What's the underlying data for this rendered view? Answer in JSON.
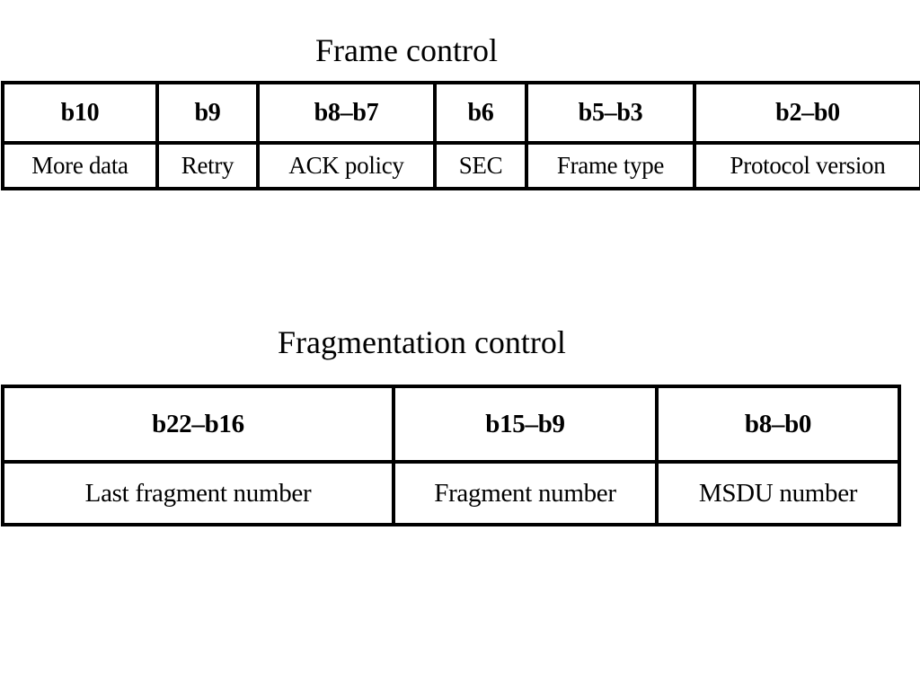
{
  "frame_control": {
    "title": "Frame control",
    "bits": [
      "b10",
      "b9",
      "b8–b7",
      "b6",
      "b5–b3",
      "b2–b0"
    ],
    "fields": [
      "More data",
      "Retry",
      "ACK policy",
      "SEC",
      "Frame type",
      "Protocol version"
    ]
  },
  "fragmentation_control": {
    "title": "Fragmentation control",
    "bits": [
      "b22–b16",
      "b15–b9",
      "b8–b0"
    ],
    "fields": [
      "Last fragment number",
      "Fragment number",
      "MSDU number"
    ]
  }
}
